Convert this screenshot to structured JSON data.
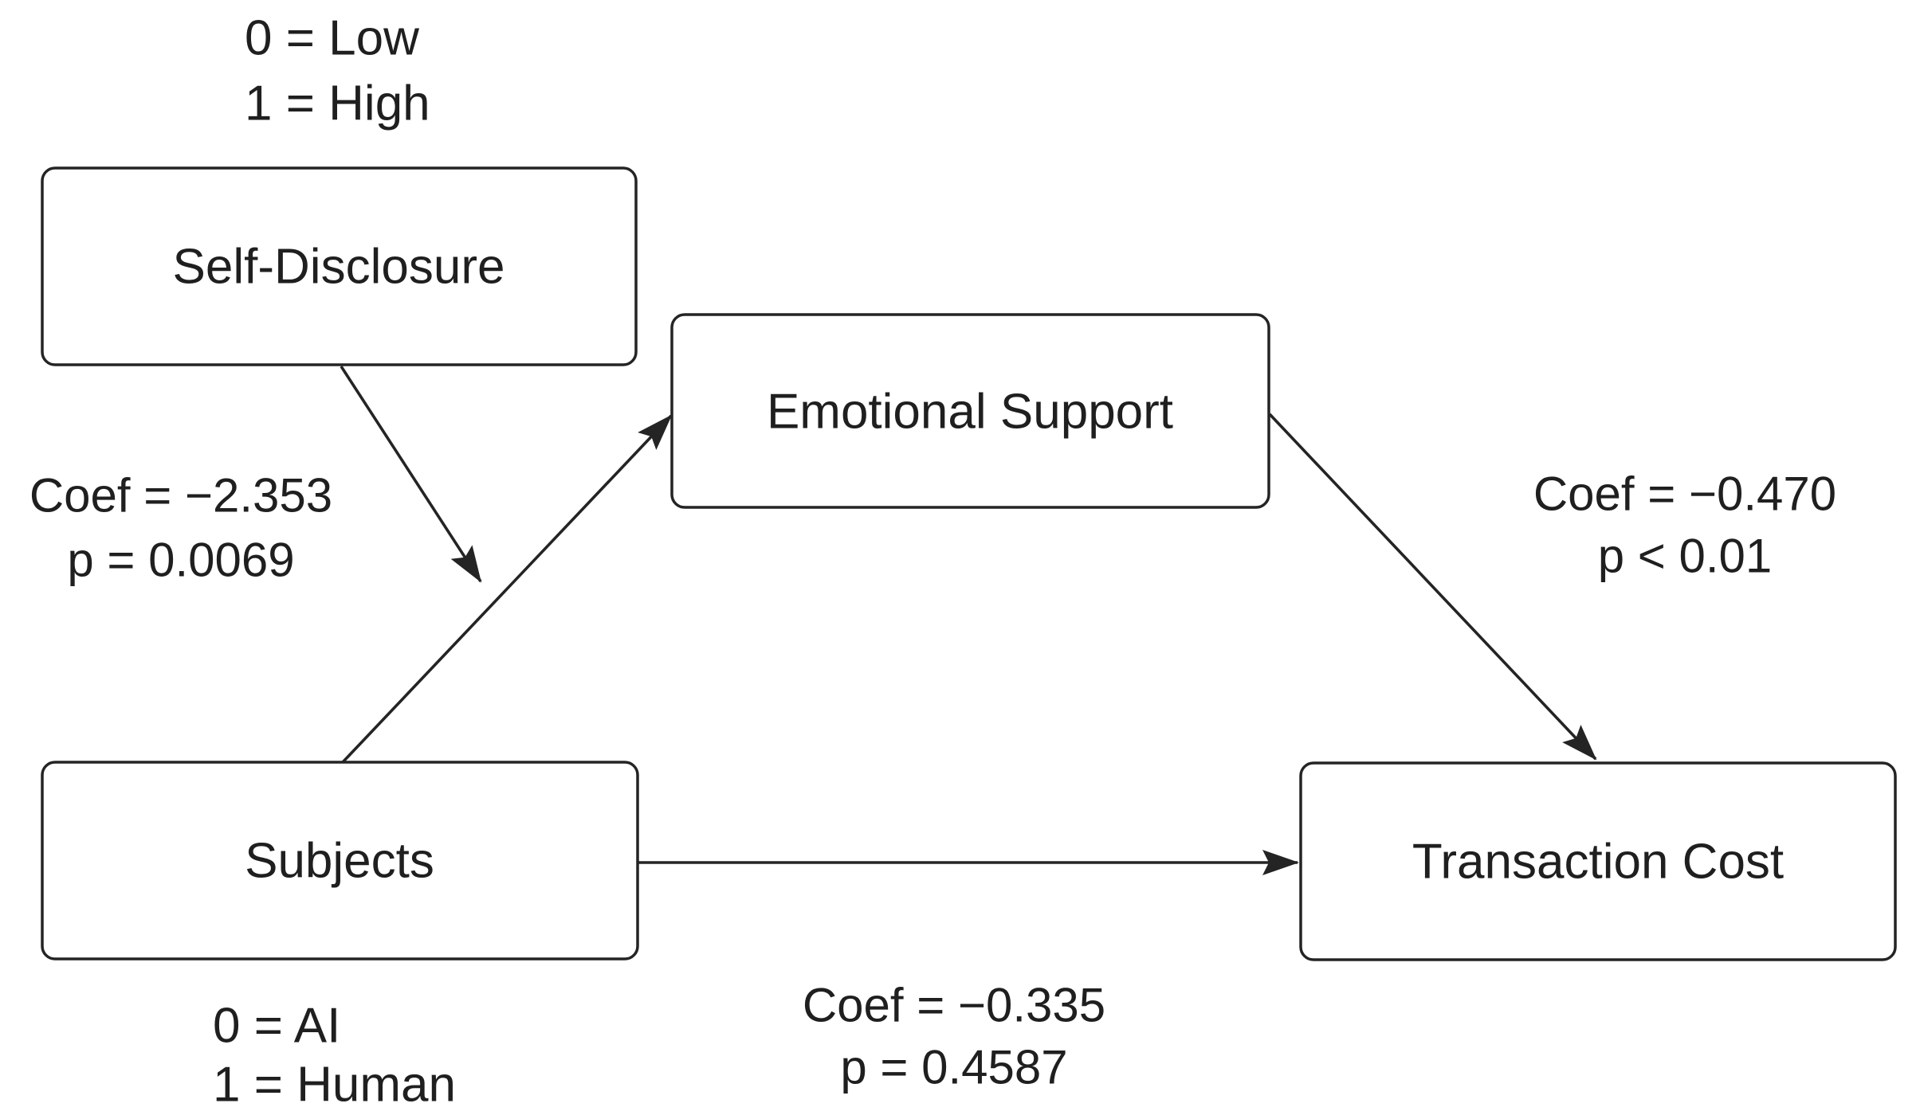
{
  "diagram": {
    "type": "mediation-path-diagram",
    "background": "#ffffff",
    "stroke_color": "#242424",
    "text_color": "#1f1f1f"
  },
  "nodes": [
    {
      "id": "self-disclosure",
      "label": "Self-Disclosure",
      "legend_line1": "0 = Low",
      "legend_line2": "1 = High"
    },
    {
      "id": "emotional-support",
      "label": "Emotional Support"
    },
    {
      "id": "subjects",
      "label": "Subjects",
      "legend_line1": "0 = AI",
      "legend_line2": "1 = Human"
    },
    {
      "id": "transaction-cost",
      "label": "Transaction Cost"
    }
  ],
  "edges": [
    {
      "id": "subjects-to-emotional-support",
      "from": "Subjects",
      "to": "Emotional Support"
    },
    {
      "id": "self-disclosure-to-mediation-path",
      "from": "Self-Disclosure",
      "to": "Subjects-Emotional Support path",
      "coef_label": "Coef = −2.353",
      "p_label": "p = 0.0069"
    },
    {
      "id": "emotional-support-to-transaction-cost",
      "from": "Emotional Support",
      "to": "Transaction Cost",
      "coef_label": "Coef = −0.470",
      "p_label": "p < 0.01"
    },
    {
      "id": "subjects-to-transaction-cost",
      "from": "Subjects",
      "to": "Transaction Cost",
      "coef_label": "Coef = −0.335",
      "p_label": "p = 0.4587"
    }
  ]
}
